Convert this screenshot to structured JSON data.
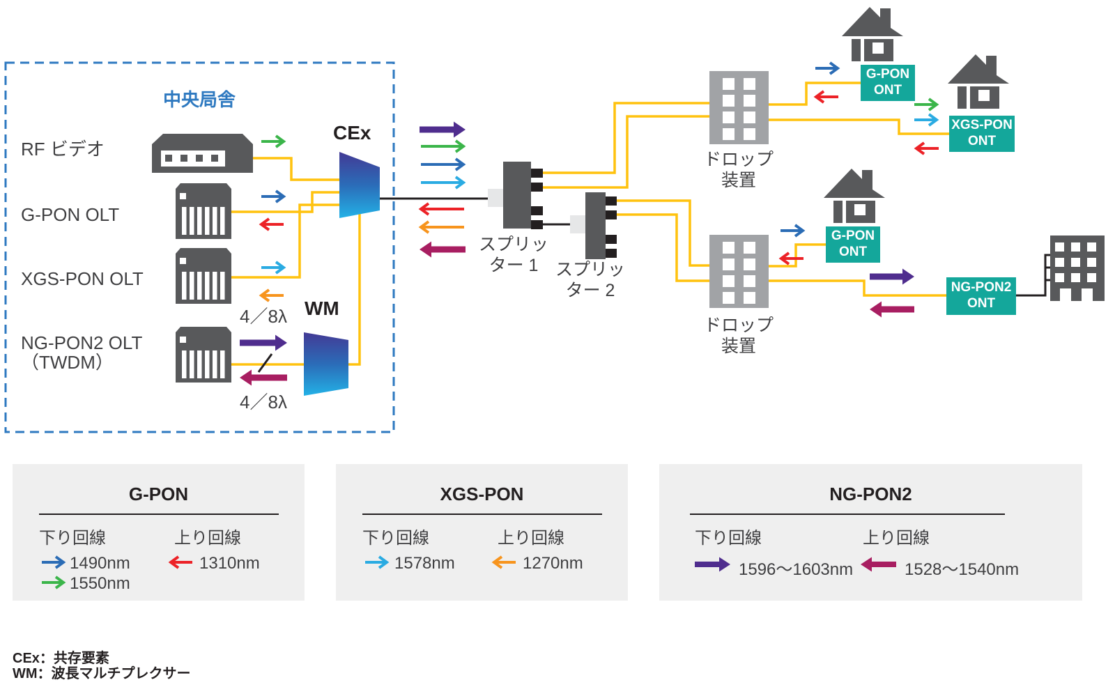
{
  "palette": {
    "blue": "#2b6cb5",
    "green": "#3bb54a",
    "red": "#ec2227",
    "cyan": "#2aabe2",
    "orange": "#f7941d",
    "purple": "#4f2d8e",
    "magenta": "#a81e61",
    "yellow": "#ffc20e",
    "black": "#231f20",
    "dev_gray": "#58595b",
    "building_gray": "#a1a3a6",
    "teal": "#14a79b",
    "legend_bg": "#efefef",
    "dash_blue": "#2e79c0",
    "text_dark": "#3f3f41",
    "port_gray": "#e6e7e8",
    "grad_top": "#433a95",
    "grad_mid": "#2b6cb8",
    "grad_bottom": "#23b1e6"
  },
  "central_office": {
    "title": "中央局舎",
    "rf_label": "RF ビデオ",
    "gpon_olt_label": "G-PON OLT",
    "xgspon_olt_label": "XGS-PON OLT",
    "ngpon2_olt_label": "NG-PON2 OLT",
    "ngpon2_olt_sublabel": "（TWDM）",
    "cex_label": "CEx",
    "wm_label": "WM",
    "lambda_top": "4／8λ",
    "lambda_bottom": "4／8λ"
  },
  "splitter1": {
    "line1": "スプリッ",
    "line2": "ター 1"
  },
  "splitter2": {
    "line1": "スプリッ",
    "line2": "ター 2"
  },
  "drop_device": {
    "line1": "ドロップ",
    "line2": "装置"
  },
  "onts": {
    "gpon1": {
      "line1": "G-PON",
      "line2": "ONT"
    },
    "xgspon": {
      "line1": "XGS-PON",
      "line2": "ONT"
    },
    "gpon2": {
      "line1": "G-PON",
      "line2": "ONT"
    },
    "ngpon2": {
      "line1": "NG-PON2",
      "line2": "ONT"
    }
  },
  "legend": [
    {
      "title": "G-PON",
      "down_label": "下り回線",
      "up_label": "上り回線",
      "down": [
        {
          "value": "1490nm",
          "color": "#2b6cb5"
        },
        {
          "value": "1550nm",
          "color": "#3bb54a"
        }
      ],
      "up": [
        {
          "value": "1310nm",
          "color": "#ec2227"
        }
      ]
    },
    {
      "title": "XGS-PON",
      "down_label": "下り回線",
      "up_label": "上り回線",
      "down": [
        {
          "value": "1578nm",
          "color": "#2aabe2"
        }
      ],
      "up": [
        {
          "value": "1270nm",
          "color": "#f7941d"
        }
      ]
    },
    {
      "title": "NG-PON2",
      "down_label": "下り回線",
      "up_label": "上り回線",
      "down": [
        {
          "value": "1596〜1603nm",
          "color": "#4f2d8e"
        }
      ],
      "up": [
        {
          "value": "1528〜1540nm",
          "color": "#a81e61"
        }
      ]
    }
  ],
  "footnotes": [
    "CEx：共存要素",
    "WM：波長マルチプレクサー"
  ]
}
